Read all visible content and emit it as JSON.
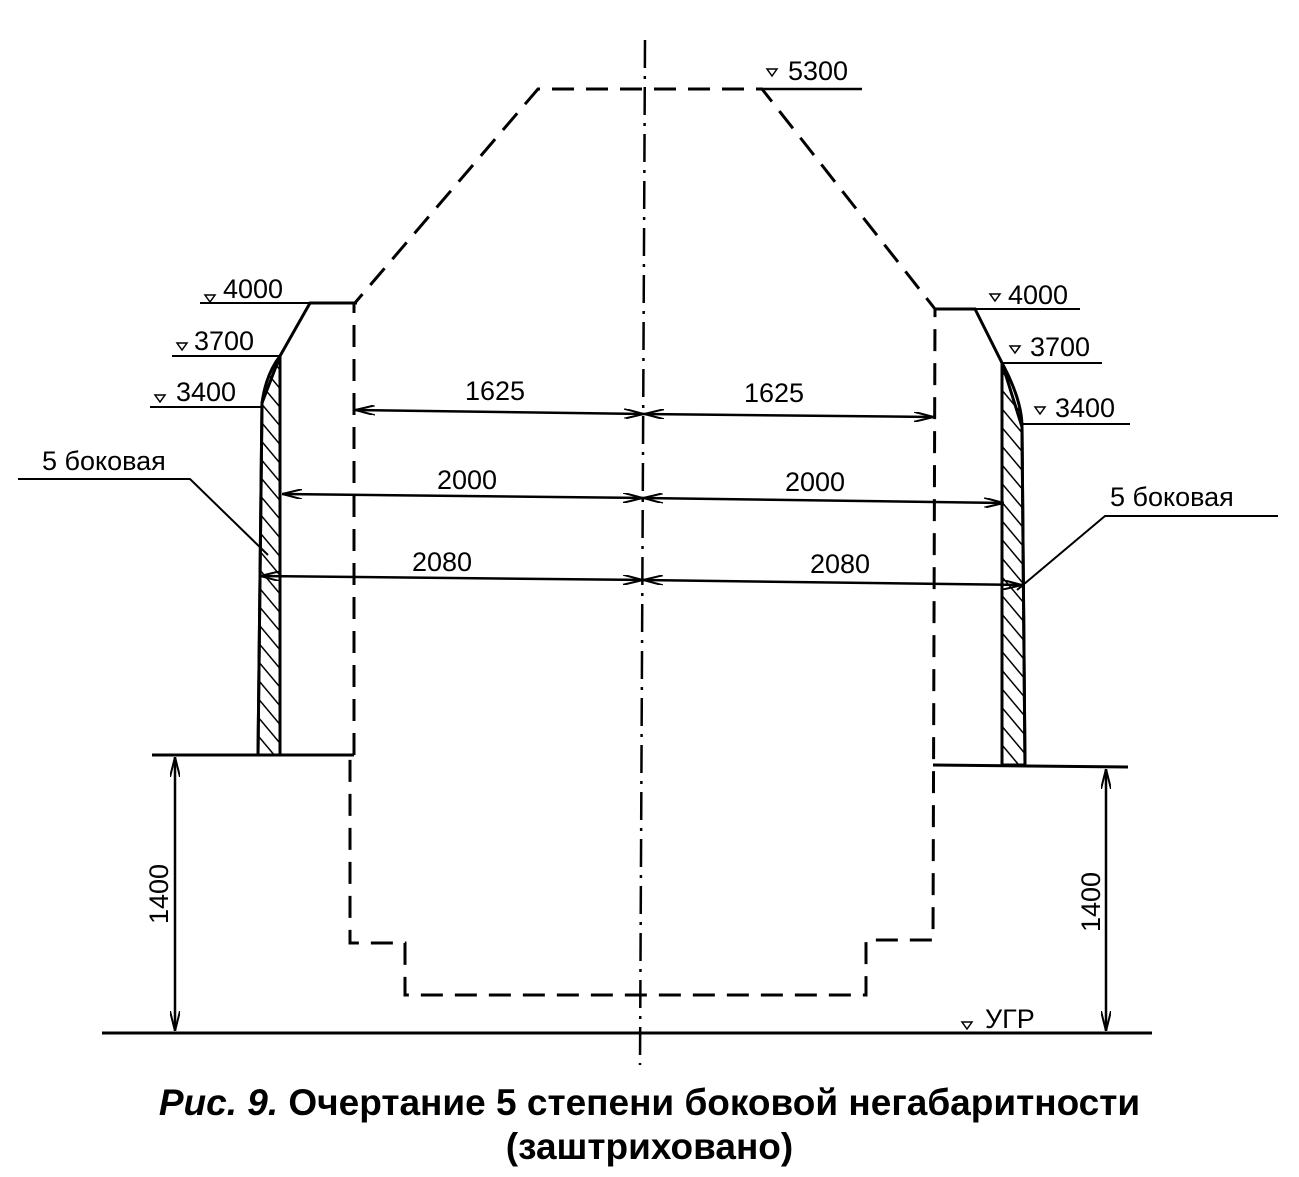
{
  "elevations": {
    "top": "5300",
    "left_4000": "4000",
    "left_3700": "3700",
    "left_3400": "3400",
    "right_4000": "4000",
    "right_3700": "3700",
    "right_3400": "3400",
    "ground": "УГР"
  },
  "dimensions": {
    "left_1625": "1625",
    "right_1625": "1625",
    "left_2000": "2000",
    "right_2000": "2000",
    "left_2080": "2080",
    "right_2080": "2080",
    "left_1400": "1400",
    "right_1400": "1400"
  },
  "labels": {
    "left_side": "5 боковая",
    "right_side": "5 боковая"
  },
  "caption": {
    "figure": "Рис. 9.",
    "line1": "Очертание 5 степени боковой негабаритности",
    "line2": "(заштриховано)"
  }
}
